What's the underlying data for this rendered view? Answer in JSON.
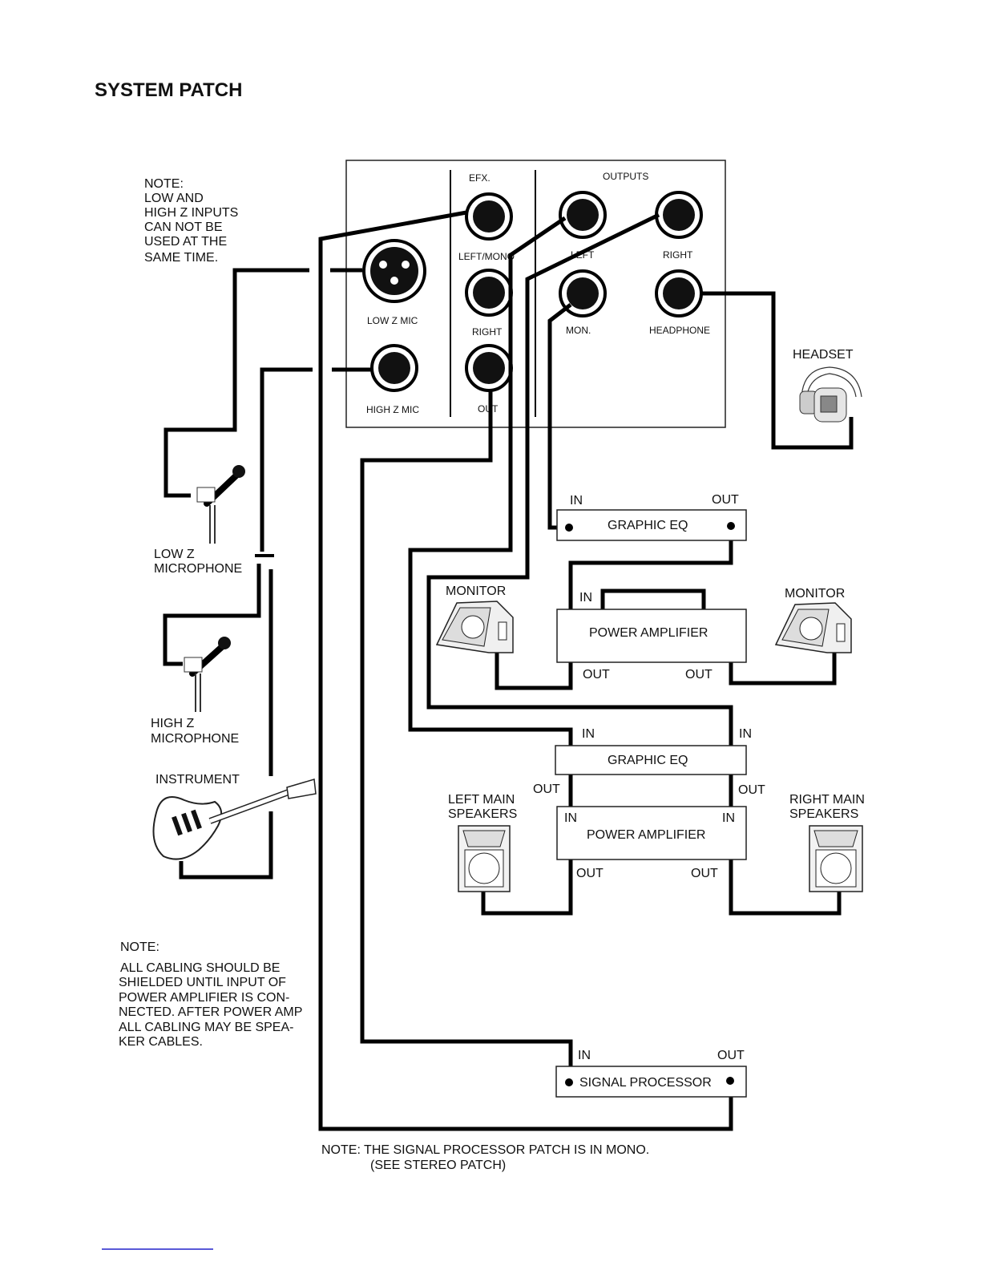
{
  "title": "SYSTEM PATCH",
  "notes": {
    "inputs": [
      "NOTE:",
      "LOW AND",
      "HIGH Z INPUTS",
      "CAN NOT BE",
      "USED AT THE",
      "SAME TIME."
    ],
    "cabling": [
      "NOTE:",
      "ALL  CABLING  SHOULD  BE",
      "SHIELDED  UNTIL  INPUT  OF",
      "POWER  AMPLIFIER  IS  CON-",
      "NECTED. AFTER POWER AMP",
      "ALL CABLING MAY BE SPEA-",
      "KER CABLES."
    ],
    "processor": [
      "NOTE: THE  SIGNAL PROCESSOR  PATCH  IS IN MONO.",
      "(SEE STEREO PATCH)"
    ]
  },
  "panel": {
    "efx_header": "EFX.",
    "outputs_header": "OUTPUTS",
    "jack_labels": {
      "left_mono": "LEFT/MONO",
      "efx_right": "RIGHT",
      "efx_out": "OUT",
      "out_left": "LEFT",
      "out_right": "RIGHT",
      "mon": "MON.",
      "headphone": "HEADPHONE",
      "low_z": "LOW Z MIC",
      "high_z": "HIGH Z MIC"
    }
  },
  "devices": {
    "headset": "HEADSET",
    "low_z_mic": [
      "LOW Z",
      "MICROPHONE"
    ],
    "high_z_mic": [
      "HIGH Z",
      "MICROPHONE"
    ],
    "instrument": "INSTRUMENT",
    "monitor_left": "MONITOR",
    "monitor_right": "MONITOR",
    "left_speakers": [
      "LEFT MAIN",
      "SPEAKERS"
    ],
    "right_speakers": [
      "RIGHT MAIN",
      "SPEAKERS"
    ]
  },
  "units": {
    "graphic_eq_1": "GRAPHIC EQ",
    "power_amp_1": "POWER AMPLIFIER",
    "graphic_eq_2": "GRAPHIC EQ",
    "power_amp_2": "POWER AMPLIFIER",
    "signal_processor": "SIGNAL PROCESSOR"
  },
  "port_labels": {
    "in": "IN",
    "out": "OUT"
  }
}
